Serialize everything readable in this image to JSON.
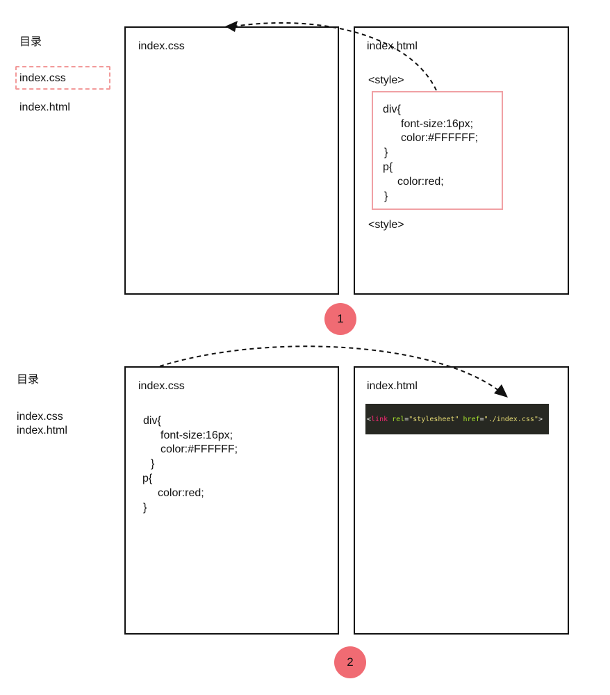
{
  "panel1": {
    "dir_title": "目录",
    "dir_files": [
      "index.css",
      "index.html"
    ],
    "css_box_title": "index.css",
    "html_box_title": "index.html",
    "style_open": "<style>",
    "style_close": "<style>",
    "code_lines": [
      "div{",
      "font-size:16px;",
      "color:#FFFFFF;",
      "}",
      "p{",
      "color:red;",
      "}"
    ],
    "step_label": "1"
  },
  "panel2": {
    "dir_title": "目录",
    "dir_files": [
      "index.css",
      "index.html"
    ],
    "css_box_title": "index.css",
    "html_box_title": "index.html",
    "code_lines": [
      "div{",
      "font-size:16px;",
      "color:#FFFFFF;",
      "}",
      "p{",
      "color:red;",
      "}"
    ],
    "link_tag": {
      "open": "<",
      "tag": "link",
      "attr1_name": "rel",
      "eq": "=",
      "attr1_value": "\"stylesheet\"",
      "attr2_name": "href",
      "attr2_value": "\"./index.css\"",
      "close": ">"
    },
    "step_label": "2"
  },
  "colors": {
    "highlight": "#f0a0a4",
    "step_circle": "#f06b73",
    "code_bg": "#272822"
  }
}
